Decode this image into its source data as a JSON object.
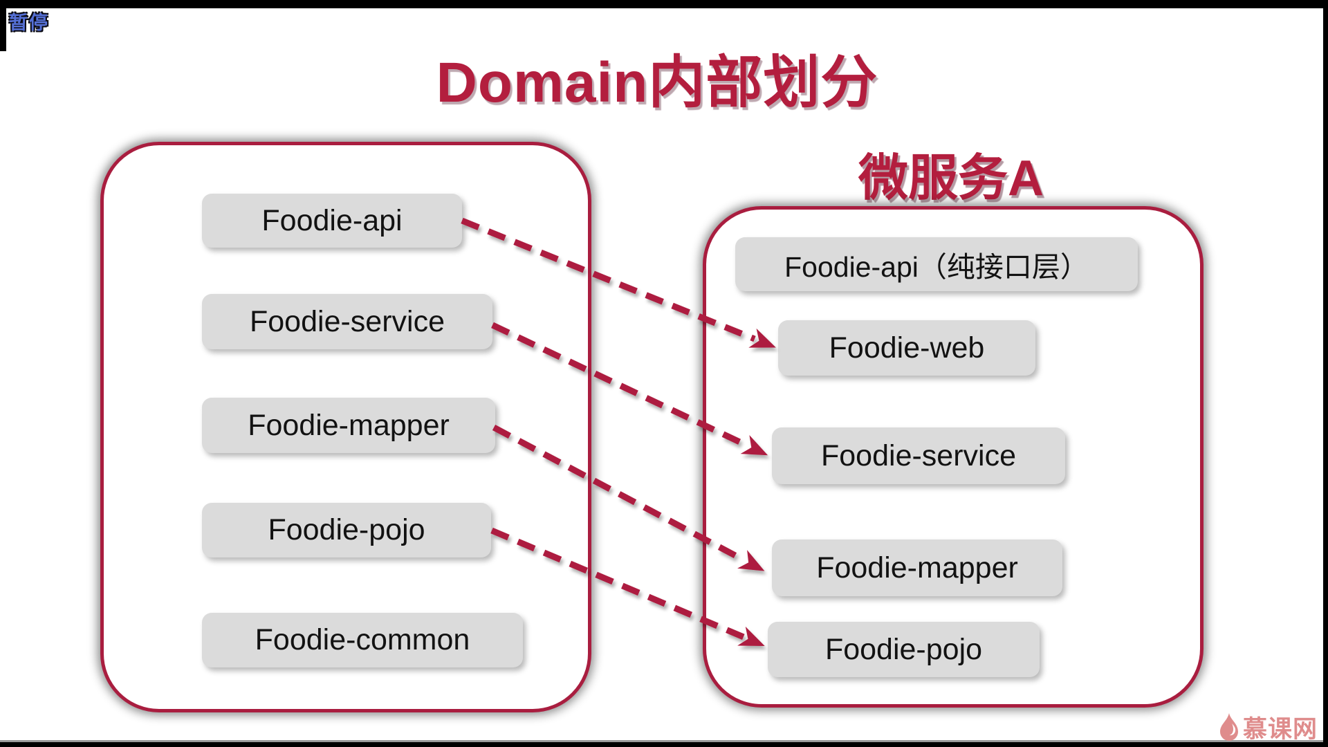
{
  "player": {
    "pause_label": "暂停",
    "watermark_label": "慕课网"
  },
  "slide": {
    "title": "Domain内部划分",
    "right_group_title": "微服务A"
  },
  "left_box": {
    "items": [
      "Foodie-api",
      "Foodie-service",
      "Foodie-mapper",
      "Foodie-pojo",
      "Foodie-common"
    ]
  },
  "right_box": {
    "items": [
      "Foodie-api（纯接口层）",
      "Foodie-web",
      "Foodie-service",
      "Foodie-mapper",
      "Foodie-pojo"
    ]
  },
  "arrows": [
    {
      "from": "Foodie-api",
      "to": "Foodie-web"
    },
    {
      "from": "Foodie-service",
      "to": "Foodie-service"
    },
    {
      "from": "Foodie-mapper",
      "to": "Foodie-mapper"
    },
    {
      "from": "Foodie-pojo",
      "to": "Foodie-pojo"
    }
  ],
  "colors": {
    "accent": "#AD1E3F",
    "title_text": "#B31E3E",
    "label_background": "#DBDBDB",
    "label_text": "#121212",
    "watermark": "#DF8C8C",
    "pause_text": "#5570D6"
  }
}
